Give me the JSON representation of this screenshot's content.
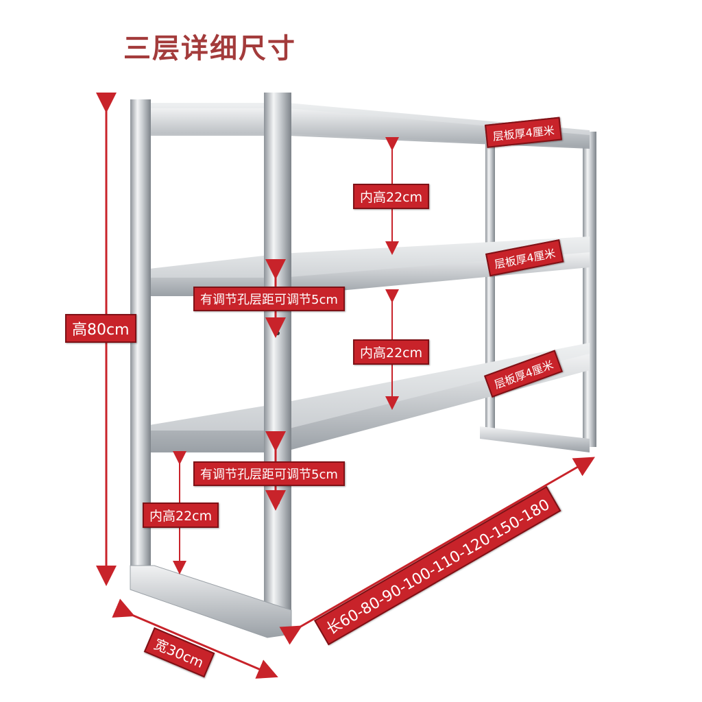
{
  "title": "三层详细尺寸",
  "labels": {
    "height_total": "高80cm",
    "inner_height_top": "内高22cm",
    "inner_height_middle": "内高22cm",
    "inner_height_bottom": "内高22cm",
    "adjust_hole_upper": "有调节孔层距可调节5cm",
    "adjust_hole_lower": "有调节孔层距可调节5cm",
    "board_thickness_top": "层板厚4厘米",
    "board_thickness_middle": "层板厚4厘米",
    "board_thickness_bottom": "层板厚4厘米",
    "width": "宽30cm",
    "length": "长60-80-90-100-110-120-150-180"
  },
  "colors": {
    "accent": "#c8232a",
    "title": "#a33b3b",
    "steel_light": "#e8eaec",
    "steel_dark": "#8d9399"
  },
  "icon": "stainless-steel-three-tier-shelf"
}
